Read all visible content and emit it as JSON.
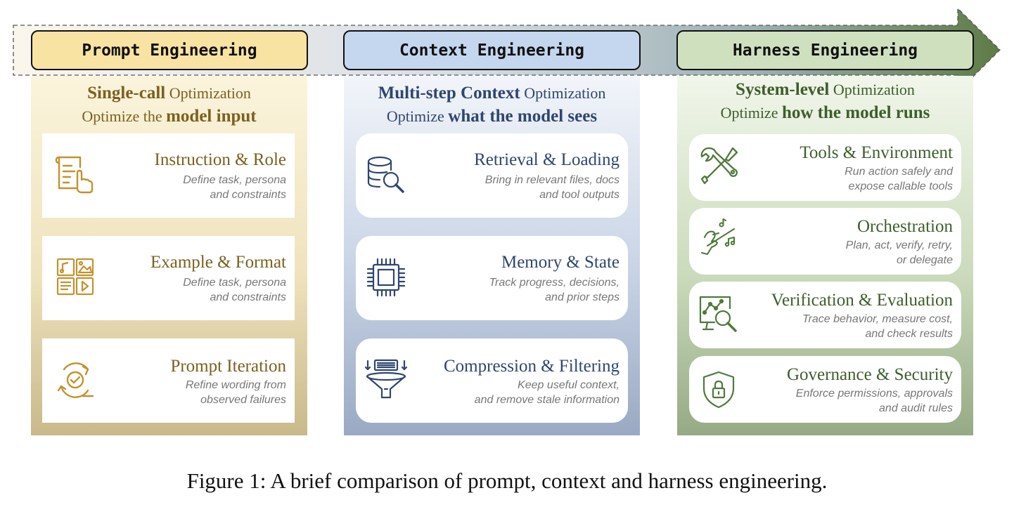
{
  "colors": {
    "prompt_accent": "#7a6120",
    "prompt_icon": "#c2922e",
    "context_accent": "#2e4670",
    "harness_accent": "#3e5e2c",
    "harness_icon": "#4f7a3a",
    "arrow_head": "#5e7b45"
  },
  "columns": [
    {
      "id": "prompt",
      "header": "Prompt Engineering",
      "subtitle_bold": "Single-call",
      "subtitle_rest": " Optimization",
      "line2_pre": "Optimize the ",
      "line2_bold": "model input",
      "cards": [
        {
          "icon": "document-touch-icon",
          "title": "Instruction & Role",
          "desc1": "Define task, persona",
          "desc2": "and constraints"
        },
        {
          "icon": "layout-grid-icon",
          "title": "Example & Format",
          "desc1": "Define task, persona",
          "desc2": "and constraints"
        },
        {
          "icon": "cycle-check-icon",
          "title": "Prompt Iteration",
          "desc1": "Refine wording from",
          "desc2": "observed failures"
        }
      ]
    },
    {
      "id": "context",
      "header": "Context Engineering",
      "subtitle_bold": "Multi-step Context",
      "subtitle_rest": " Optimization",
      "line2_pre": "Optimize ",
      "line2_bold": "what the model sees",
      "cards": [
        {
          "icon": "database-search-icon",
          "title": "Retrieval & Loading",
          "desc1": "Bring in relevant files, docs",
          "desc2": "and tool outputs"
        },
        {
          "icon": "chip-icon",
          "title": "Memory & State",
          "desc1": "Track progress, decisions,",
          "desc2": "and prior steps"
        },
        {
          "icon": "funnel-filter-icon",
          "title": "Compression & Filtering",
          "desc1": "Keep useful context,",
          "desc2": "and remove stale information"
        }
      ]
    },
    {
      "id": "harness",
      "header": "Harness Engineering",
      "subtitle_bold": "System-level",
      "subtitle_rest": " Optimization",
      "line2_pre": "Optimize ",
      "line2_bold": "how the model runs",
      "cards": [
        {
          "icon": "tools-icon",
          "title": "Tools & Environment",
          "desc1": "Run action safely and",
          "desc2": "expose callable tools"
        },
        {
          "icon": "conductor-icon",
          "title": "Orchestration",
          "desc1": "Plan, act, verify, retry,",
          "desc2": "or delegate"
        },
        {
          "icon": "monitor-magnifier-icon",
          "title": "Verification & Evaluation",
          "desc1": "Trace behavior, measure cost,",
          "desc2": "and check results"
        },
        {
          "icon": "shield-lock-icon",
          "title": "Governance & Security",
          "desc1": "Enforce permissions, approvals",
          "desc2": "and audit rules"
        }
      ]
    }
  ],
  "caption": "Figure 1: A brief comparison of prompt, context and harness engineering."
}
